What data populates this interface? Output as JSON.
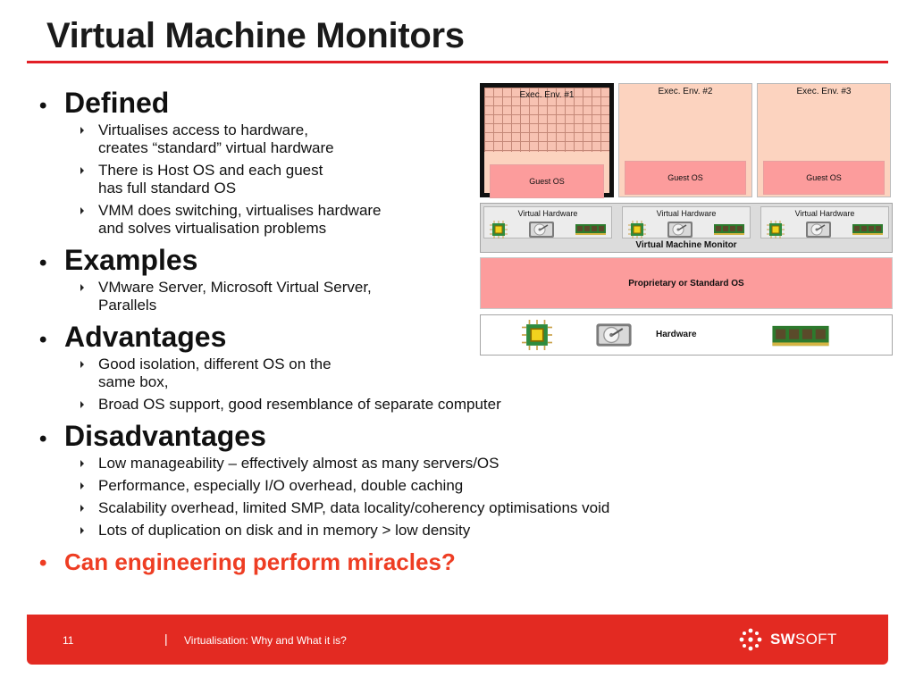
{
  "slide": {
    "title": "Virtual Machine Monitors",
    "bullets": [
      {
        "text": "Defined",
        "subs": [
          "Virtualises access to hardware,\ncreates “standard” virtual hardware",
          "There is Host OS and each guest\nhas full standard OS",
          "VMM does switching, virtualises hardware\nand solves virtualisation problems"
        ]
      },
      {
        "text": "Examples",
        "subs": [
          "VMware Server, Microsoft Virtual Server,\nParallels"
        ]
      },
      {
        "text": "Advantages",
        "subs": [
          "Good isolation, different OS on the\nsame box,",
          "Broad OS support, good resemblance of separate computer"
        ]
      },
      {
        "text": "Disadvantages",
        "subs": [
          "Low manageability – effectively almost as many servers/OS",
          "Performance, especially I/O overhead, double caching",
          "Scalability overhead, limited SMP, data locality/coherency optimisations void",
          "Lots of duplication on disk and in memory > low density"
        ]
      },
      {
        "text": "Can engineering perform miracles?",
        "subs": []
      }
    ],
    "bullet_glyph": "•",
    "highlight_color": "#ee3d23"
  },
  "diagram": {
    "envs": [
      {
        "label": "Exec. Env. #1",
        "guest_os": "Guest OS",
        "highlighted": true
      },
      {
        "label": "Exec. Env. #2",
        "guest_os": "Guest OS",
        "highlighted": false
      },
      {
        "label": "Exec. Env. #3",
        "guest_os": "Guest OS",
        "highlighted": false
      }
    ],
    "virtual_hardware_label": "Virtual Hardware",
    "vmm_label": "Virtual Machine Monitor",
    "host_os_label": "Proprietary or Standard OS",
    "hardware_label": "Hardware",
    "colors": {
      "env": "#fcd3bf",
      "guest_os": "#fc9c9c",
      "host_os": "#fc9c9c",
      "vmm": "#dcdcdc"
    },
    "icons": [
      "cpu-chip-icon",
      "hard-disk-icon",
      "memory-module-icon"
    ]
  },
  "footer": {
    "page": "11",
    "separator": "|",
    "text": "Virtualisation: Why and What it is?",
    "logo_bold": "SW",
    "logo_rest": "SOFT",
    "bar_color": "#e32a22"
  }
}
